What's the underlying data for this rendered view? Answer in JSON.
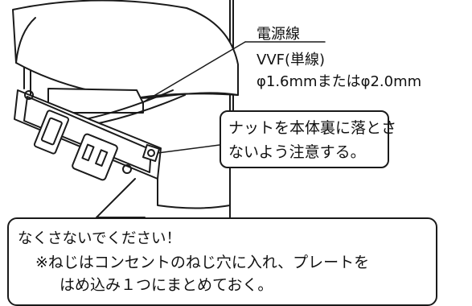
{
  "cable_label": {
    "title": "電源線",
    "type": "VVF(単線)",
    "diameter": "φ1.6mmまたはφ2.0mm"
  },
  "nut_callout": {
    "line1": "ナットを本体裏に落とさ",
    "line2": "ないよう注意する。"
  },
  "bottom_note": {
    "title": "なくさないでください！",
    "line1": "※ねじはコンセントのねじ穴に入れ、プレートを",
    "line2": "はめ込み１つにまとめておく。"
  }
}
